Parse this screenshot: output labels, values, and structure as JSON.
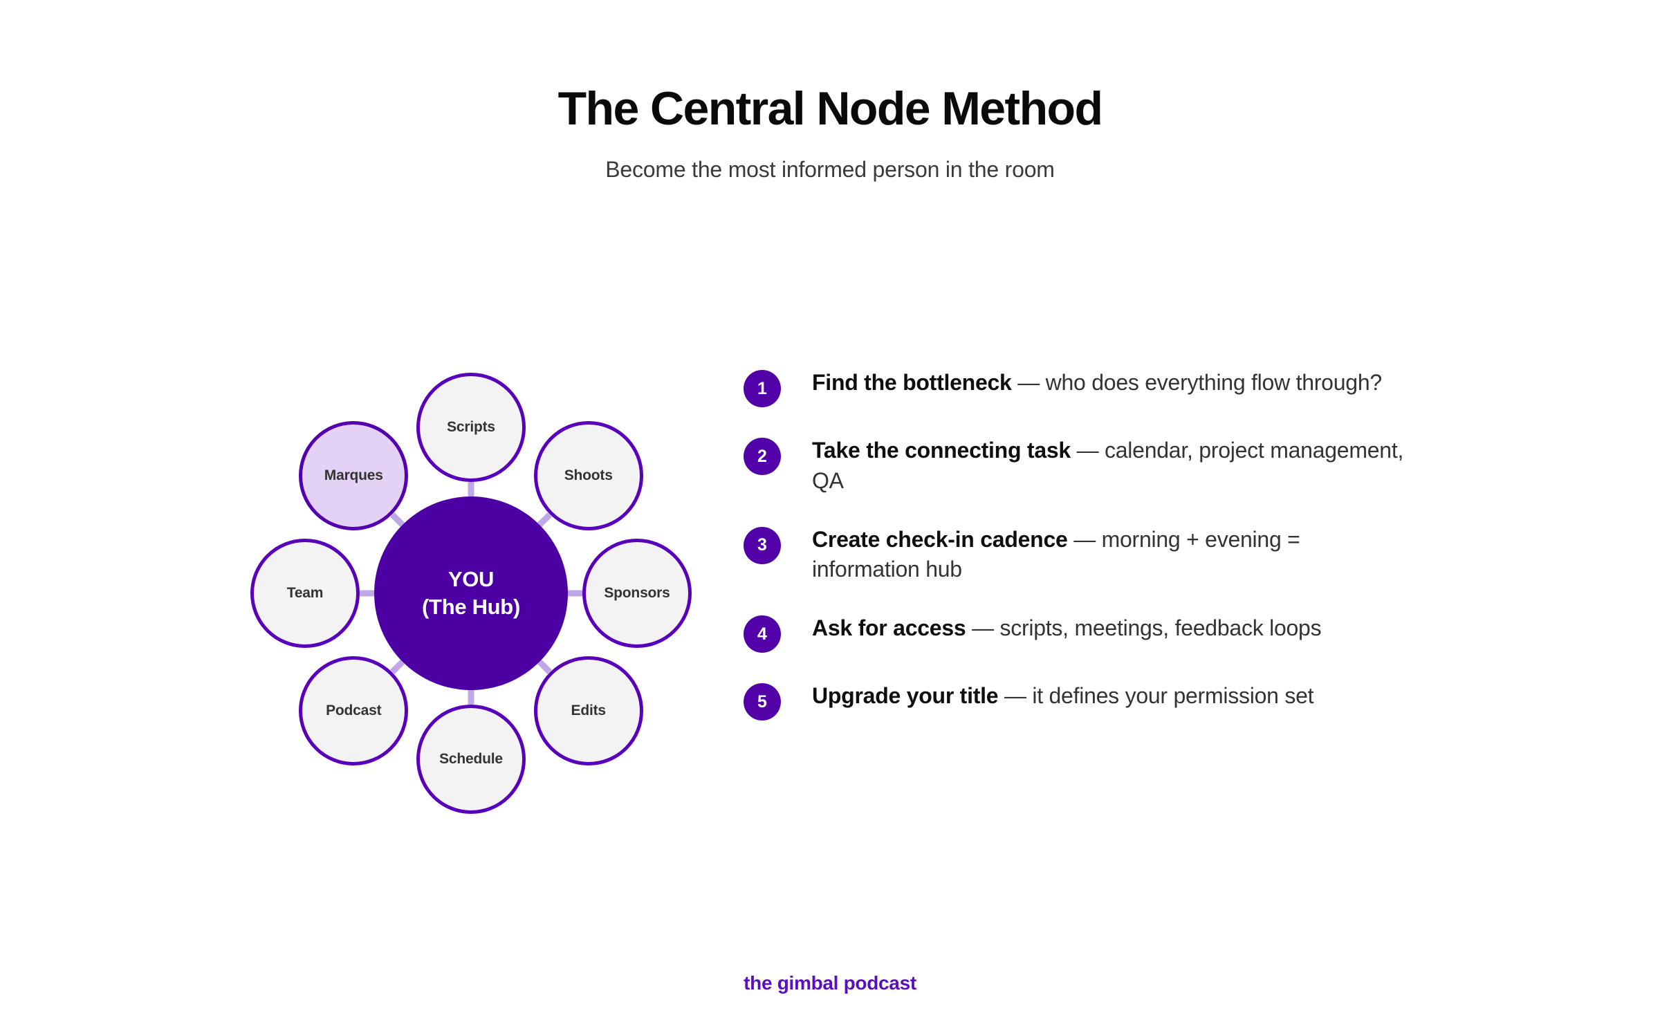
{
  "header": {
    "title": "The Central Node Method",
    "subtitle": "Become the most informed person in the room"
  },
  "diagram": {
    "hub": {
      "line1": "YOU",
      "line2": "(The Hub)"
    },
    "nodes": [
      {
        "label": "Scripts",
        "highlight": false
      },
      {
        "label": "Shoots",
        "highlight": false
      },
      {
        "label": "Sponsors",
        "highlight": false
      },
      {
        "label": "Edits",
        "highlight": false
      },
      {
        "label": "Schedule",
        "highlight": false
      },
      {
        "label": "Podcast",
        "highlight": false
      },
      {
        "label": "Team",
        "highlight": false
      },
      {
        "label": "Marques",
        "highlight": true
      }
    ]
  },
  "steps": [
    {
      "number": "1",
      "lead": "Find the bottleneck",
      "rest": " — who does everything flow through?"
    },
    {
      "number": "2",
      "lead": "Take the connecting task",
      "rest": " — calendar, project management, QA"
    },
    {
      "number": "3",
      "lead": "Create check-in cadence",
      "rest": " — morning + evening = information hub"
    },
    {
      "number": "4",
      "lead": "Ask for access",
      "rest": " — scripts, meetings, feedback loops"
    },
    {
      "number": "5",
      "lead": "Upgrade your title",
      "rest": " — it defines your permission set"
    }
  ],
  "footer": {
    "brand": "the gimbal podcast"
  },
  "colors": {
    "hub_purple": "#4c00a4",
    "node_border": "#5800bc",
    "node_fill": "#f3f3f3",
    "highlight_fill": "#e4d2f6",
    "badge_purple": "#5200a8",
    "spoke": "#c0a8e8",
    "brand_purple": "#5a0fbe"
  }
}
